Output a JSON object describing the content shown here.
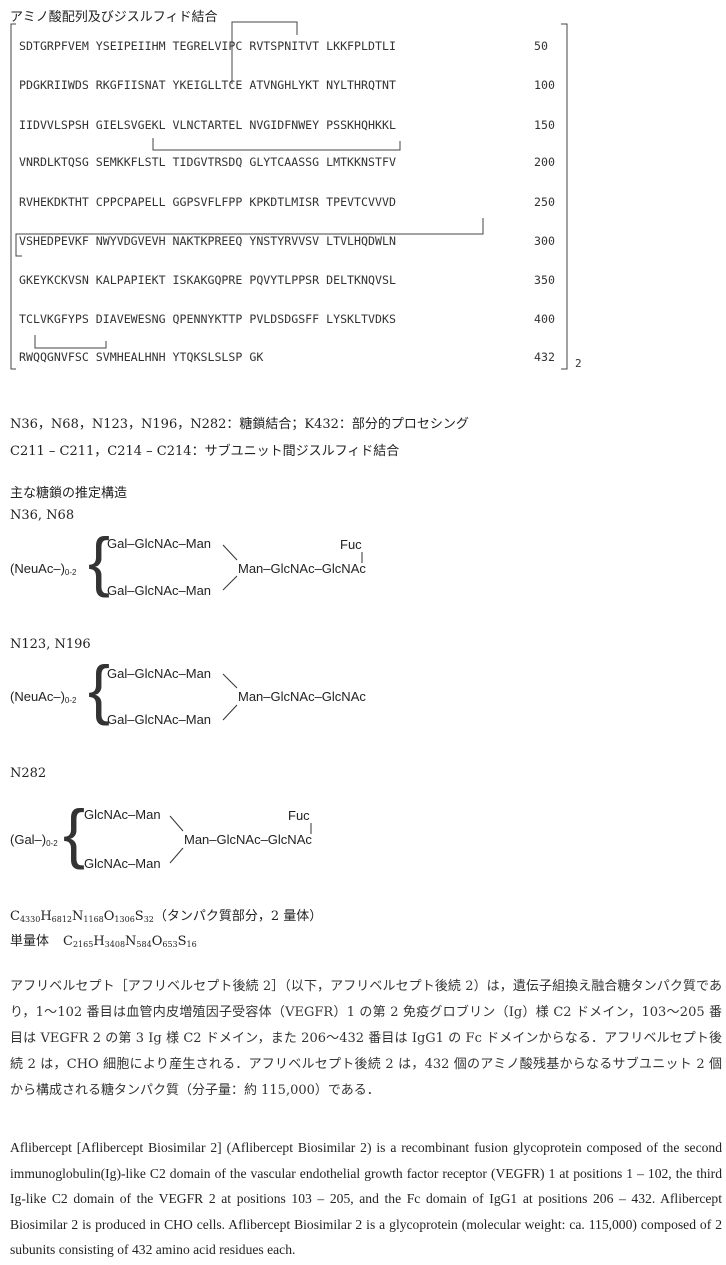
{
  "sequence": {
    "title": "アミノ酸配列及びジスルフィド結合",
    "rows": [
      {
        "seq": "SDTGRPFVEM YSEIPEIIHM TEGRELVIPC RVTSPNITVT LKKFPLDTLI",
        "num": "50"
      },
      {
        "seq": "PDGKRIIWDS RKGFIISNAT YKEIGLLTCE ATVNGHLYKT NYLTHRQTNT",
        "num": "100"
      },
      {
        "seq": "IIDVVLSPSH GIELSVGEKL VLNCTARTEL NVGIDFNWEY PSSKHQHKKL",
        "num": "150"
      },
      {
        "seq": "VNRDLKTQSG SEMKKFLSTL TIDGVTRSDQ GLYTCAASSG LMTKKNSTFV",
        "num": "200"
      },
      {
        "seq": "RVHEKDKTHT CPPCPAPELL GGPSVFLFPP KPKDTLMISR TPEVTCVVVD",
        "num": "250"
      },
      {
        "seq": "VSHEDPEVKF NWYVDGVEVH NAKTKPREEQ YNSTYRVVSV LTVLHQDWLN",
        "num": "300"
      },
      {
        "seq": "GKEYKCKVSN KALPAPIEKT ISKAKGQPRE PQVYTLPPSR DELTKNQVSL",
        "num": "350"
      },
      {
        "seq": "TCLVKGFYPS DIAVEWESNG QPENNYKTTP PVLDSDGSFF LYSKLTVDKS",
        "num": "400"
      },
      {
        "seq": "RWQQGNVFSC SVMHEALHNH YTQKSLSLSP GK",
        "num": "432"
      }
    ],
    "subscript": "2"
  },
  "notes": {
    "line1": "N36，N68，N123，N196，N282：糖鎖結合；K432：部分的プロセシング",
    "line2": "C211 – C211，C214 – C214：サブユニット間ジスルフィド結合"
  },
  "glycan": {
    "heading": "主な糖鎖の推定構造",
    "g1": {
      "sites": "N36, N68",
      "prefix": "(NeuAc–)",
      "prefix_sub": "0-2",
      "upper": "Gal–GlcNAc–Man",
      "lower": "Gal–GlcNAc–Man",
      "core": "Man–GlcNAc–GlcNAc",
      "fuc": "Fuc"
    },
    "g2": {
      "sites": "N123, N196",
      "prefix": "(NeuAc–)",
      "prefix_sub": "0-2",
      "upper": "Gal–GlcNAc–Man",
      "lower": "Gal–GlcNAc–Man",
      "core": "Man–GlcNAc–GlcNAc"
    },
    "g3": {
      "sites": "N282",
      "prefix": "(Gal–)",
      "prefix_sub": "0-2",
      "upper": "GlcNAc–Man",
      "lower": "GlcNAc–Man",
      "core": "Man–GlcNAc–GlcNAc",
      "fuc": "Fuc"
    }
  },
  "formula": {
    "dimer": [
      "C",
      "4330",
      "H",
      "6812",
      "N",
      "1168",
      "O",
      "1306",
      "S",
      "32"
    ],
    "dimer_note": "（タンパク質部分，2 量体）",
    "monomer_label": "単量体",
    "monomer": [
      "C",
      "2165",
      "H",
      "3408",
      "N",
      "584",
      "O",
      "653",
      "S",
      "16"
    ]
  },
  "description_ja": "アフリベルセプト［アフリベルセプト後続 2］（以下，アフリベルセプト後続 2）は，遺伝子組換え融合糖タンパク質であり，1〜102 番目は血管内皮増殖因子受容体（VEGFR）1 の第 2 免疫グロブリン（Ig）様 C2 ドメイン，103〜205 番目は VEGFR 2 の第 3 Ig 様 C2 ドメイン，また 206〜432 番目は IgG1 の Fc ドメインからなる．アフリベルセプト後続 2 は，CHO 細胞により産生される．アフリベルセプト後続 2 は，432 個のアミノ酸残基からなるサブユニット 2 個から構成される糖タンパク質（分子量：約 115,000）である．",
  "description_en": "Aflibercept [Aflibercept Biosimilar 2] (Aflibercept Biosimilar 2) is a recombinant fusion glycoprotein composed of the second immunoglobulin(Ig)-like C2 domain of the vascular endothelial growth factor receptor (VEGFR) 1 at positions 1 – 102, the third Ig-like C2 domain of the VEGFR 2 at positions 103 – 205, and the Fc domain of IgG1 at positions 206 – 432. Aflibercept Biosimilar 2 is produced in CHO cells. Aflibercept Biosimilar 2 is a glycoprotein (molecular weight: ca. 115,000) composed of 2 subunits consisting of 432 amino acid residues each."
}
